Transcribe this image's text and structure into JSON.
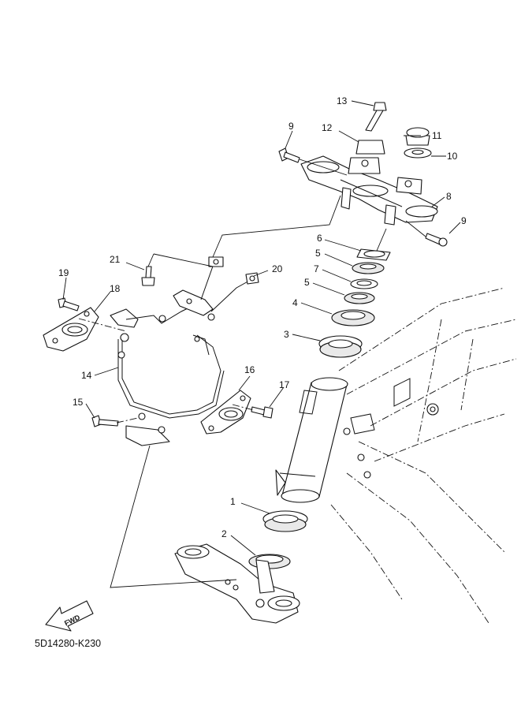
{
  "diagram": {
    "drawing_code": "5D14280-K230",
    "direction_label": "FWD",
    "callouts": [
      "1",
      "2",
      "3",
      "4",
      "5",
      "5",
      "6",
      "7",
      "8",
      "9",
      "9",
      "10",
      "11",
      "12",
      "13",
      "14",
      "15",
      "16",
      "17",
      "18",
      "19",
      "20",
      "21"
    ]
  },
  "colors": {
    "line": "#111111",
    "background": "#ffffff",
    "shade": "#e9e9e9"
  }
}
